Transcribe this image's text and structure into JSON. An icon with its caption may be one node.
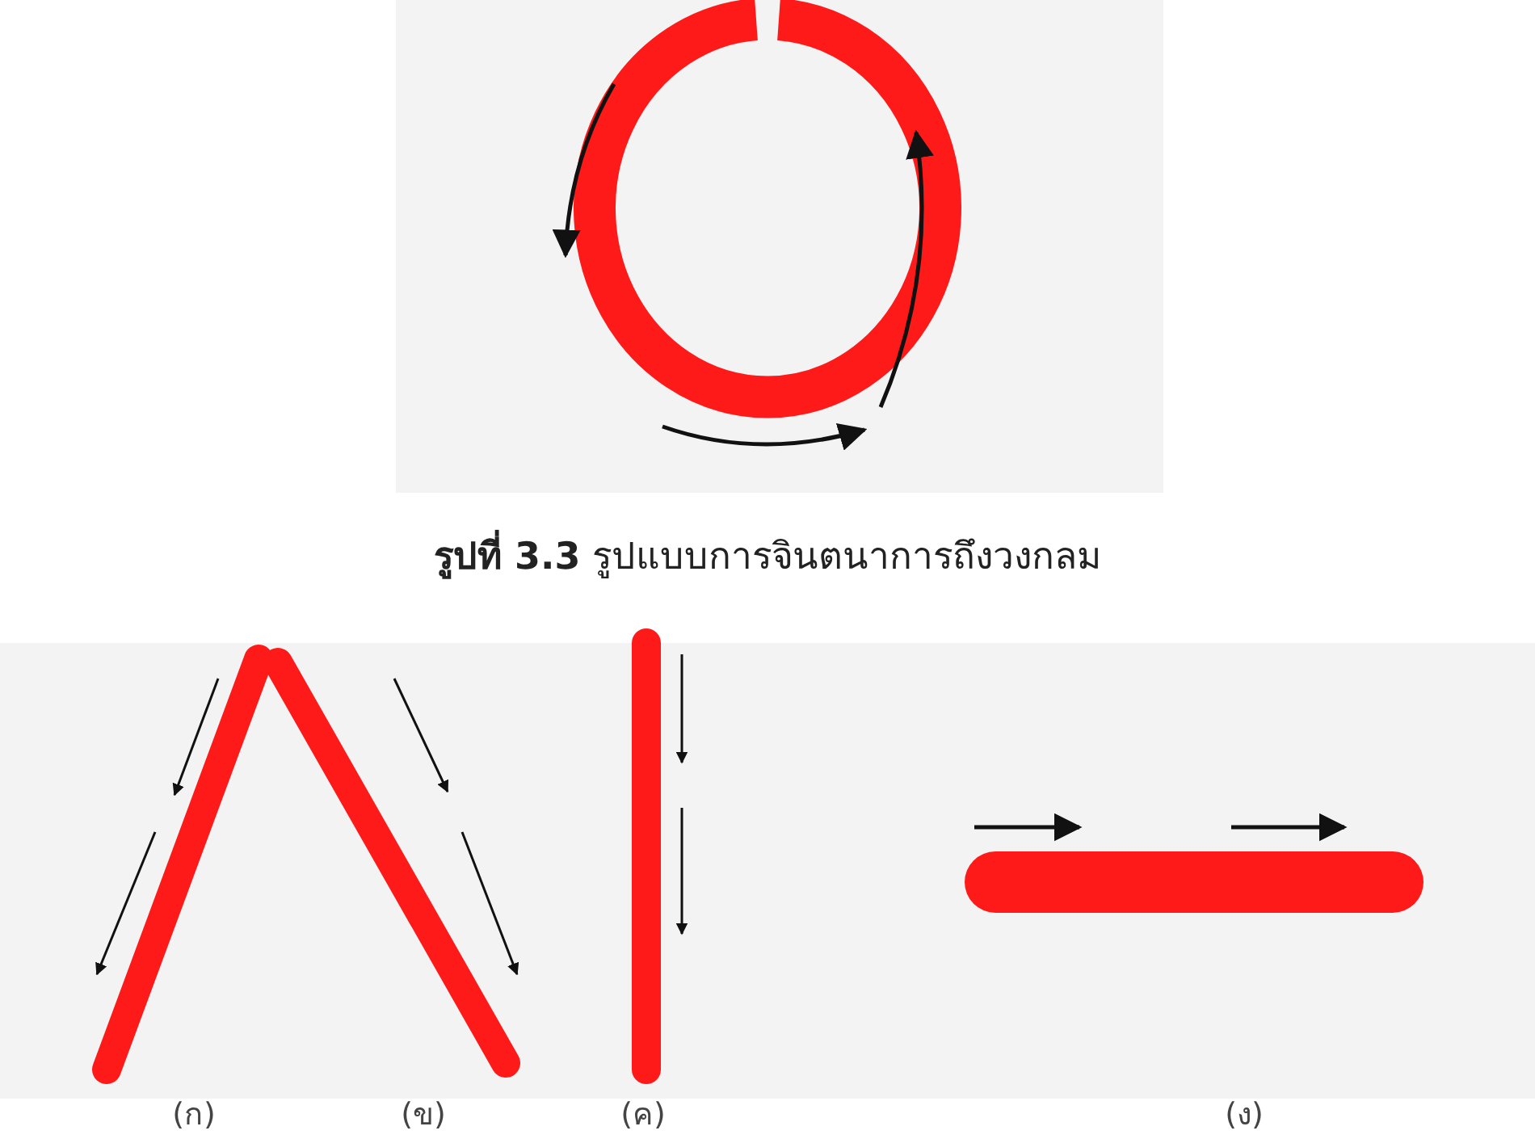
{
  "diagram": {
    "caption": "**รูปที่ 3.3** รูปแบบการจินตนาการถึงวงกลม",
    "labels": [
      "(ก)",
      "(ข)",
      "(ค)",
      "(ง)"
    ]
  }
}
